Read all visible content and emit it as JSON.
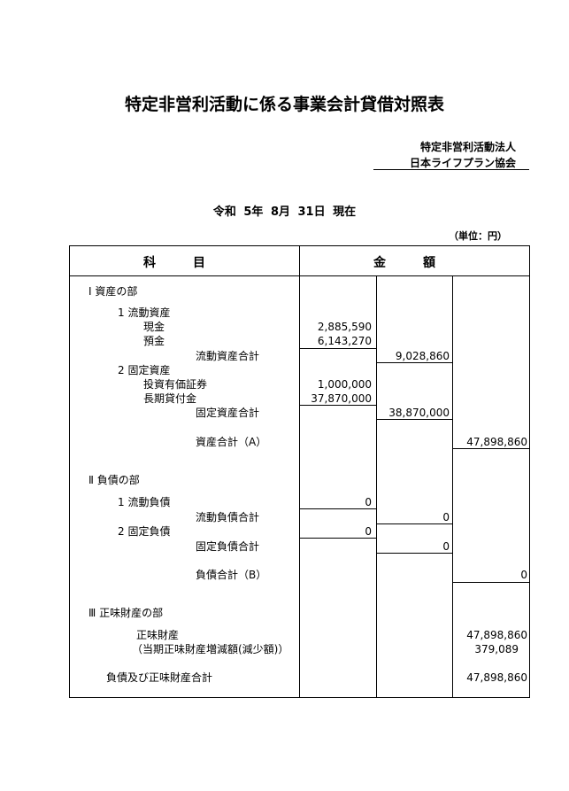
{
  "title": "特定非営利活動に係る事業会計貸借対照表",
  "organization": {
    "line1": "特定非営利活動法人",
    "line2": "日本ライフプラン協会"
  },
  "date": "令和 5年 8月 31日 現在",
  "unit": "（単位：円）",
  "header": {
    "account": "科　　　目",
    "amount": "金　　　額"
  },
  "assets": {
    "heading": "Ⅰ 資産の部",
    "current": {
      "heading": "1 流動資産",
      "cash_label": "現金",
      "cash_value": "2,885,590",
      "deposit_label": "預金",
      "deposit_value": "6,143,270",
      "total_label": "流動資産合計",
      "total_value": "9,028,860"
    },
    "fixed": {
      "heading": "2 固定資産",
      "securities_label": "投資有価証券",
      "securities_value": "1,000,000",
      "loan_label": "長期貸付金",
      "loan_value": "37,870,000",
      "total_label": "固定資産合計",
      "total_value": "38,870,000"
    },
    "total_label": "資産合計（A）",
    "total_value": "47,898,860"
  },
  "liabilities": {
    "heading": "Ⅱ 負債の部",
    "current": {
      "heading": "1 流動負債",
      "value": "0",
      "total_label": "流動負債合計",
      "total_value": "0"
    },
    "fixed": {
      "heading": "2 固定負債",
      "value": "0",
      "total_label": "固定負債合計",
      "total_value": "0"
    },
    "total_label": "負債合計（B）",
    "total_value": "0"
  },
  "net_assets": {
    "heading": "Ⅲ 正味財産の部",
    "label": "正味財産",
    "value": "47,898,860",
    "change_label": "（当期正味財産増減額(減少額)）",
    "change_value": "379,089",
    "grand_total_label": "負債及び正味財産合計",
    "grand_total_value": "47,898,860"
  }
}
